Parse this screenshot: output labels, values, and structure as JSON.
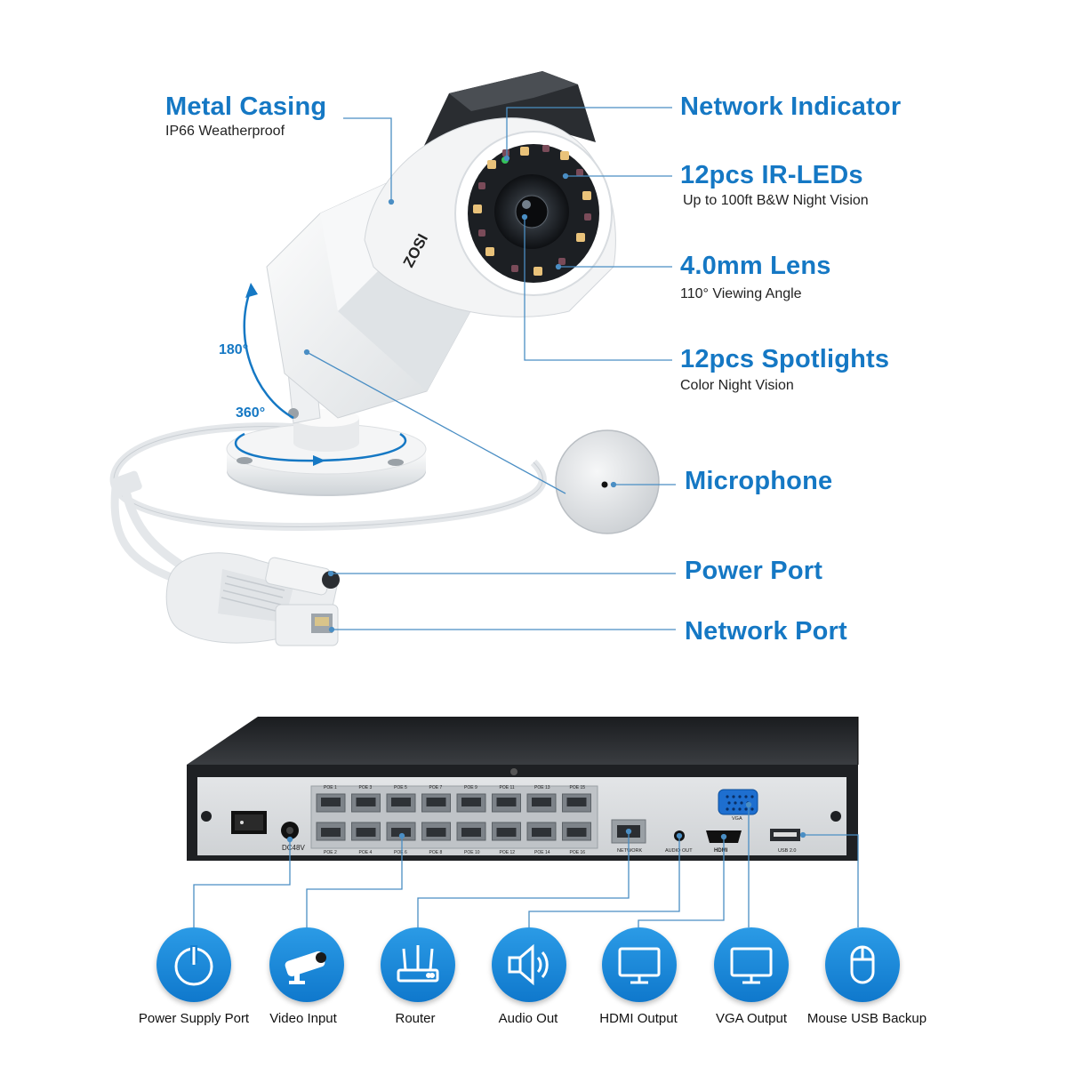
{
  "camera_features": {
    "metal_casing": {
      "title": "Metal Casing",
      "sub": "IP66 Weatherproof"
    },
    "network_indicator": {
      "title": "Network Indicator"
    },
    "ir_leds": {
      "title": "12pcs IR-LEDs",
      "sub": "Up to 100ft B&W Night Vision"
    },
    "lens": {
      "title": "4.0mm Lens",
      "sub": "110° Viewing Angle"
    },
    "spotlights": {
      "title": "12pcs Spotlights",
      "sub": "Color Night Vision"
    },
    "microphone": {
      "title": "Microphone"
    },
    "power_port": {
      "title": "Power Port"
    },
    "network_port": {
      "title": "Network Port"
    }
  },
  "camera": {
    "brand": "ZOSI",
    "tilt_angle": "180°",
    "pan_angle": "360°"
  },
  "nvr": {
    "poe_top": [
      "POE 1",
      "POE 3",
      "POE 5",
      "POE 7",
      "POE 9",
      "POE 11",
      "POE 13",
      "POE 15"
    ],
    "poe_bottom": [
      "POE 2",
      "POE 4",
      "POE 6",
      "POE 8",
      "POE 10",
      "POE 12",
      "POE 14",
      "POE 16"
    ],
    "dc_label": "DC48V",
    "network_label": "NETWORK",
    "audio_label": "AUDIO OUT",
    "hdmi_label": "HDMI",
    "vga_label": "VGA",
    "usb_label": "USB 2.0"
  },
  "ports": [
    {
      "label": "Power Supply Port",
      "icon": "power-icon"
    },
    {
      "label": "Video Input",
      "icon": "camera-icon"
    },
    {
      "label": "Router",
      "icon": "router-icon"
    },
    {
      "label": "Audio Out",
      "icon": "speaker-icon"
    },
    {
      "label": "HDMI Output",
      "icon": "monitor-icon"
    },
    {
      "label": "VGA Output",
      "icon": "monitor-icon"
    },
    {
      "label": "Mouse USB Backup",
      "icon": "mouse-icon"
    }
  ],
  "colors": {
    "accent": "#1578c4",
    "icon_circle": "#1a86d6",
    "line": "#4a8ec4"
  }
}
